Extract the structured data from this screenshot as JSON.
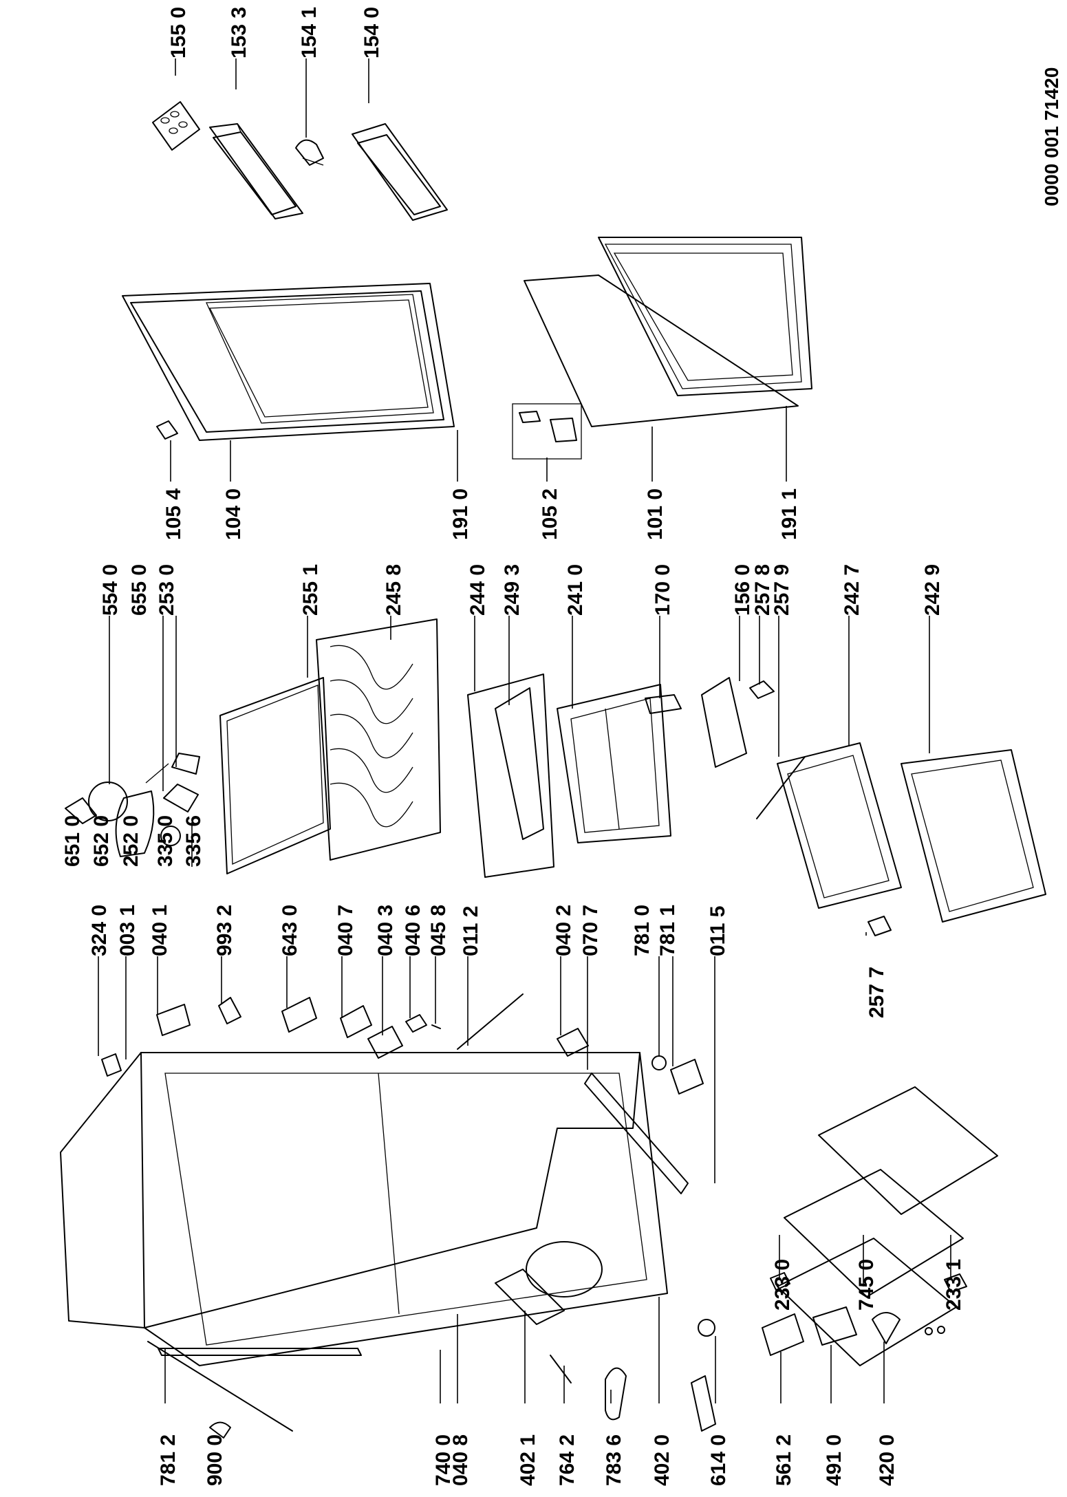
{
  "document_number": "0000 001 71420",
  "callouts": [
    {
      "id": "c-1550",
      "text": "155 0"
    },
    {
      "id": "c-1533",
      "text": "153 3"
    },
    {
      "id": "c-1541",
      "text": "154 1"
    },
    {
      "id": "c-1540",
      "text": "154 0"
    },
    {
      "id": "c-1054",
      "text": "105 4"
    },
    {
      "id": "c-1040",
      "text": "104 0"
    },
    {
      "id": "c-1910",
      "text": "191 0"
    },
    {
      "id": "c-1052",
      "text": "105 2"
    },
    {
      "id": "c-1010",
      "text": "101 0"
    },
    {
      "id": "c-1911",
      "text": "191 1"
    },
    {
      "id": "c-5540",
      "text": "554 0"
    },
    {
      "id": "c-6550",
      "text": "655 0"
    },
    {
      "id": "c-2530",
      "text": "253 0"
    },
    {
      "id": "c-2551",
      "text": "255 1"
    },
    {
      "id": "c-2458",
      "text": "245 8"
    },
    {
      "id": "c-2440",
      "text": "244 0"
    },
    {
      "id": "c-2493",
      "text": "249 3"
    },
    {
      "id": "c-2410",
      "text": "241 0"
    },
    {
      "id": "c-1700",
      "text": "170 0"
    },
    {
      "id": "c-1560",
      "text": "156 0"
    },
    {
      "id": "c-2578",
      "text": "257 8"
    },
    {
      "id": "c-2579",
      "text": "257 9"
    },
    {
      "id": "c-2427",
      "text": "242 7"
    },
    {
      "id": "c-2429",
      "text": "242 9"
    },
    {
      "id": "c-6510",
      "text": "651 0"
    },
    {
      "id": "c-6520",
      "text": "652 0"
    },
    {
      "id": "c-2520",
      "text": "252 0"
    },
    {
      "id": "c-3350",
      "text": "335 0"
    },
    {
      "id": "c-3356",
      "text": "335 6"
    },
    {
      "id": "c-3240",
      "text": "324 0"
    },
    {
      "id": "c-0031",
      "text": "003 1"
    },
    {
      "id": "c-0401",
      "text": "040 1"
    },
    {
      "id": "c-9932",
      "text": "993 2"
    },
    {
      "id": "c-6430",
      "text": "643 0"
    },
    {
      "id": "c-0407",
      "text": "040 7"
    },
    {
      "id": "c-0403",
      "text": "040 3"
    },
    {
      "id": "c-0406",
      "text": "040 6"
    },
    {
      "id": "c-0458",
      "text": "045 8"
    },
    {
      "id": "c-0112",
      "text": "011 2"
    },
    {
      "id": "c-0402",
      "text": "040 2"
    },
    {
      "id": "c-0707",
      "text": "070 7"
    },
    {
      "id": "c-7810",
      "text": "781 0"
    },
    {
      "id": "c-7811",
      "text": "781 1"
    },
    {
      "id": "c-0115",
      "text": "011 5"
    },
    {
      "id": "c-2577",
      "text": "257 7"
    },
    {
      "id": "c-2330",
      "text": "233 0"
    },
    {
      "id": "c-7450",
      "text": "745 0"
    },
    {
      "id": "c-2331",
      "text": "233 1"
    },
    {
      "id": "c-7812",
      "text": "781 2"
    },
    {
      "id": "c-9000",
      "text": "900 0"
    },
    {
      "id": "c-7400",
      "text": "740 0"
    },
    {
      "id": "c-0408",
      "text": "040 8"
    },
    {
      "id": "c-4021",
      "text": "402 1"
    },
    {
      "id": "c-7642",
      "text": "764 2"
    },
    {
      "id": "c-7836",
      "text": "783 6"
    },
    {
      "id": "c-4020",
      "text": "402 0"
    },
    {
      "id": "c-6140",
      "text": "614 0"
    },
    {
      "id": "c-5612",
      "text": "561 2"
    },
    {
      "id": "c-4910",
      "text": "491 0"
    },
    {
      "id": "c-4200",
      "text": "420 0"
    }
  ]
}
